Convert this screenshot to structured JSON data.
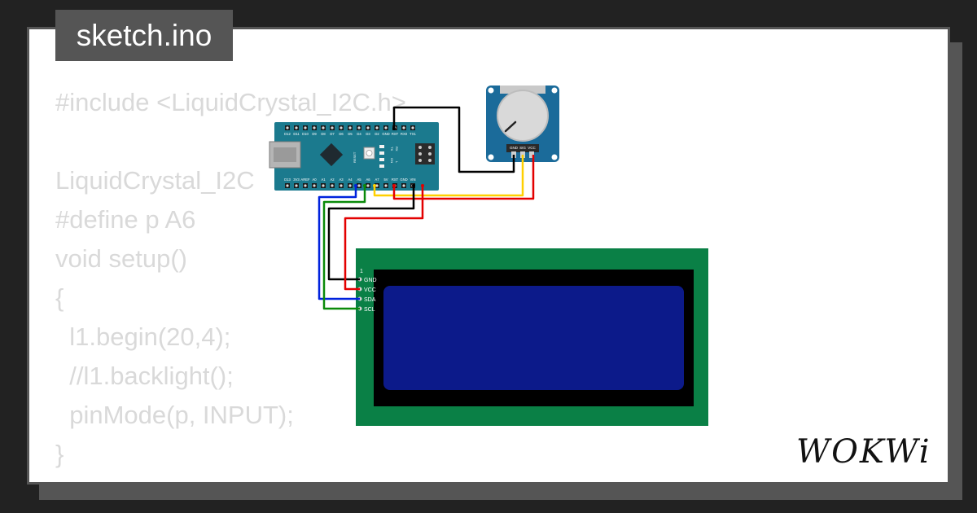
{
  "window": {
    "file_title": "sketch.ino"
  },
  "code": {
    "lines": [
      "#include <LiquidCrystal_I2C.h>",
      "",
      "LiquidCrystal_I2C",
      "#define p A6",
      "void setup()",
      "{",
      "  l1.begin(20,4);",
      "  //l1.backlight();",
      "  pinMode(p, INPUT);",
      "}"
    ]
  },
  "arduino": {
    "top_pins": [
      "D12",
      "D11",
      "D10",
      "D9",
      "D8",
      "D7",
      "D6",
      "D5",
      "D4",
      "D3",
      "D2",
      "GND",
      "RST",
      "RX0",
      "TX1"
    ],
    "bottom_pins": [
      "D13",
      "3V3",
      "AREF",
      "A0",
      "A1",
      "A2",
      "A3",
      "A4",
      "A5",
      "A6",
      "A7",
      "5V",
      "RST",
      "GND",
      "VIN"
    ],
    "reset_label": "RESET",
    "led_labels": [
      "TX",
      "RX",
      "ON",
      "L"
    ]
  },
  "potentiometer": {
    "pins": [
      "GND",
      "SIG",
      "VCC"
    ]
  },
  "lcd": {
    "pin1_marker": "1",
    "pins": [
      "GND",
      "VCC",
      "SDA",
      "SCL"
    ]
  },
  "brand": {
    "name": "WOKWi"
  },
  "colors": {
    "background": "#222222",
    "card": "#ffffff",
    "tab": "#555555",
    "code_text": "#d9d9d9",
    "arduino_board": "#1b7a8e",
    "pot_board": "#1b6b9a",
    "lcd_pcb": "#0a8046",
    "lcd_screen": "#0c1a8a",
    "wire_black": "#000000",
    "wire_red": "#e30000",
    "wire_yellow": "#ffd000",
    "wire_blue": "#0022dd",
    "wire_green": "#0a8a0a"
  }
}
